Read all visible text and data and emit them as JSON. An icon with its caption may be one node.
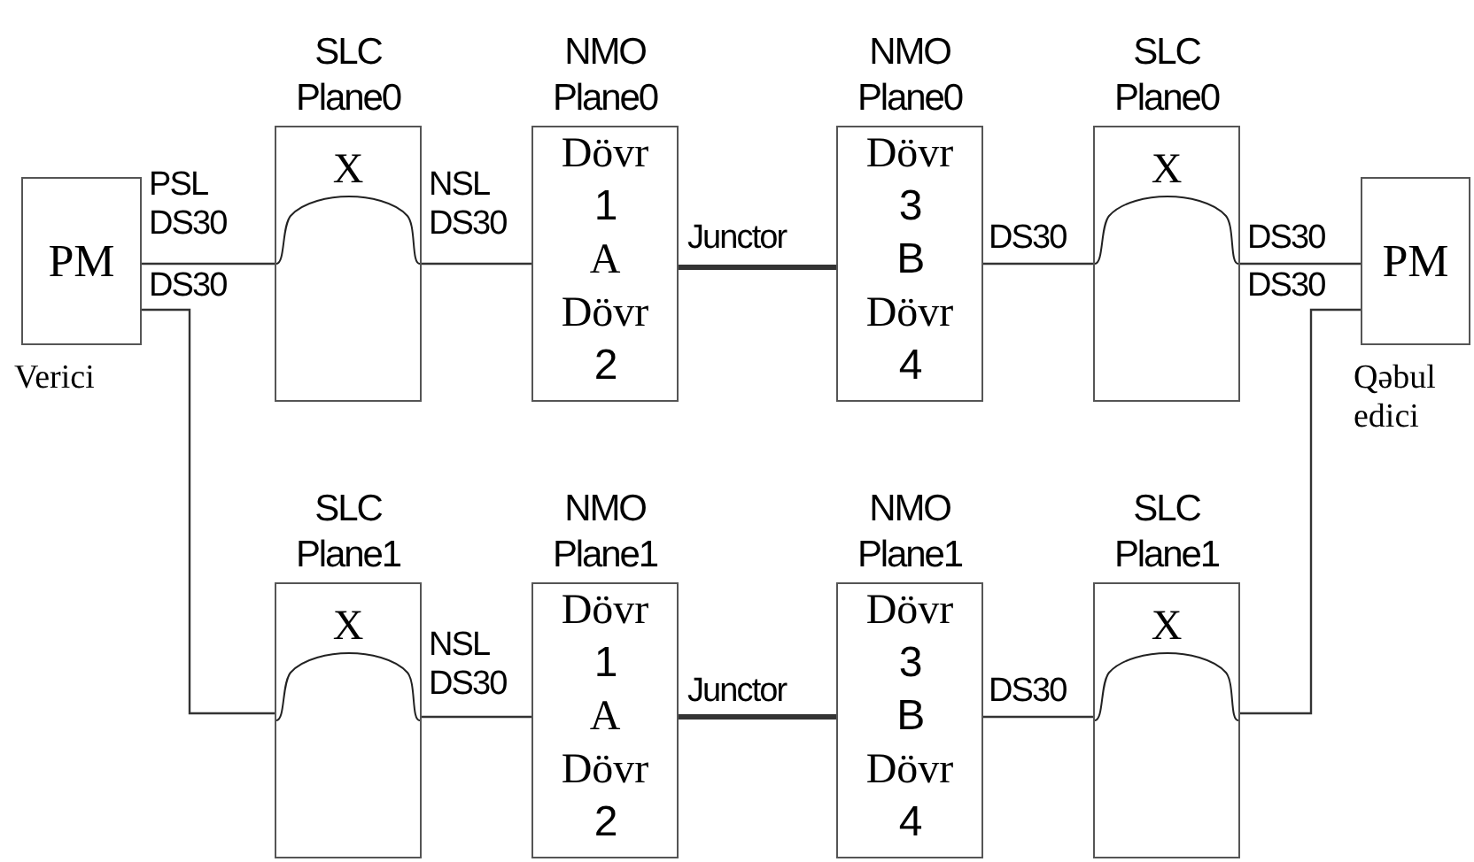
{
  "diagram": {
    "nodes": [
      {
        "text": [
          "PM"
        ],
        "beside": [
          "Verici"
        ]
      },
      {
        "text": [
          "SLC Plane0",
          "X"
        ]
      },
      {
        "text": [
          "NMO Plane0",
          "Dövr",
          "1",
          "A",
          "Dövr",
          "2"
        ]
      },
      {
        "text": [
          "NMO Plane0",
          "Dövr",
          "3",
          "B",
          "Dövr",
          "4"
        ]
      },
      {
        "text": [
          "SLC Plane0",
          "X"
        ]
      },
      {
        "text": [
          "PM"
        ],
        "beside": [
          "Qəbul edici"
        ]
      },
      {
        "text": [
          "SLC Plane1",
          "X"
        ]
      },
      {
        "text": [
          "NMO Plane1",
          "Dövr",
          "1",
          "A",
          "Dövr",
          "2"
        ]
      },
      {
        "text": [
          "NMO Plane1",
          "Dövr",
          "3",
          "B",
          "Dövr",
          "4"
        ]
      },
      {
        "text": [
          "SLC Plane1",
          "X"
        ]
      }
    ],
    "edges": [
      {
        "from": 0,
        "to": 1,
        "arrow": "none",
        "label": "PSL DS30"
      },
      {
        "from": 0,
        "to": 6,
        "arrow": "none",
        "label": "DS30"
      },
      {
        "from": 1,
        "to": 2,
        "arrow": "none",
        "label": "NSL DS30"
      },
      {
        "from": 2,
        "to": 3,
        "arrow": "none",
        "label": "Junctor",
        "style": "thick"
      },
      {
        "from": 3,
        "to": 4,
        "arrow": "none",
        "label": "DS30"
      },
      {
        "from": 4,
        "to": 5,
        "arrow": "none",
        "label": "DS30"
      },
      {
        "from": 9,
        "to": 5,
        "arrow": "none",
        "label": "DS30"
      },
      {
        "from": 6,
        "to": 7,
        "arrow": "none",
        "label": "NSL DS30"
      },
      {
        "from": 7,
        "to": 8,
        "arrow": "none",
        "label": "Junctor",
        "style": "thick"
      },
      {
        "from": 8,
        "to": 9,
        "arrow": "none",
        "label": "DS30"
      }
    ]
  }
}
